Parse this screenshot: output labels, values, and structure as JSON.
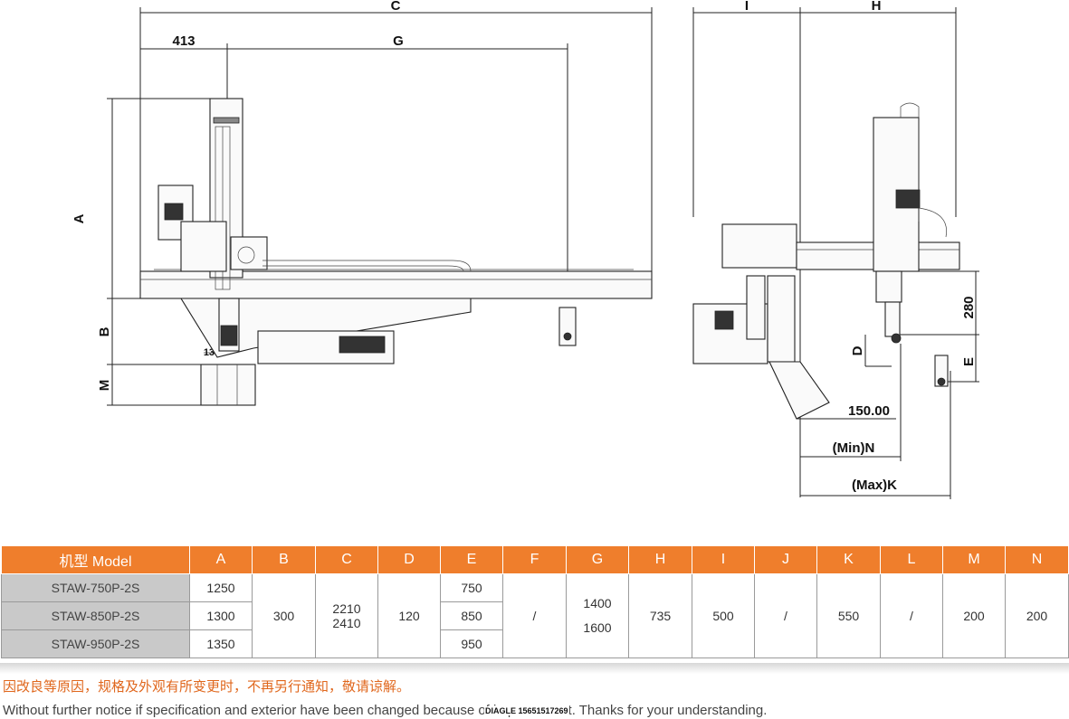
{
  "drawing": {
    "dims": {
      "C": "C",
      "G": "G",
      "d413": "413",
      "A": "A",
      "B": "B",
      "M": "M",
      "d134": "134",
      "I": "I",
      "H": "H",
      "d280": "280",
      "D": "D",
      "E": "E",
      "d150": "150.00",
      "minN": "(Min)N",
      "maxK": "(Max)K"
    }
  },
  "table": {
    "headers": [
      "机型 Model",
      "A",
      "B",
      "C",
      "D",
      "E",
      "F",
      "G",
      "H",
      "I",
      "J",
      "K",
      "L",
      "M",
      "N"
    ],
    "rows": [
      {
        "model": "STAW-750P-2S",
        "A": "1250",
        "E": "750"
      },
      {
        "model": "STAW-850P-2S",
        "A": "1300",
        "E": "850"
      },
      {
        "model": "STAW-950P-2S",
        "A": "1350",
        "E": "950"
      }
    ],
    "merged": {
      "B": "300",
      "C1": "2210",
      "C2": "2410",
      "D": "120",
      "F": "/",
      "G1": "1400",
      "G2": "1600",
      "H": "735",
      "I": "500",
      "J": "/",
      "K": "550",
      "L": "/",
      "M": "200",
      "N": "200"
    }
  },
  "notes": {
    "cn": "因改良等原因，规格及外观有所变更时，不再另行通知，敬请谅解。",
    "en": "Without further notice if specification and exterior have been changed because of improvement. Thanks for your understanding.",
    "watermark": "DIAGLE 15651517269"
  }
}
